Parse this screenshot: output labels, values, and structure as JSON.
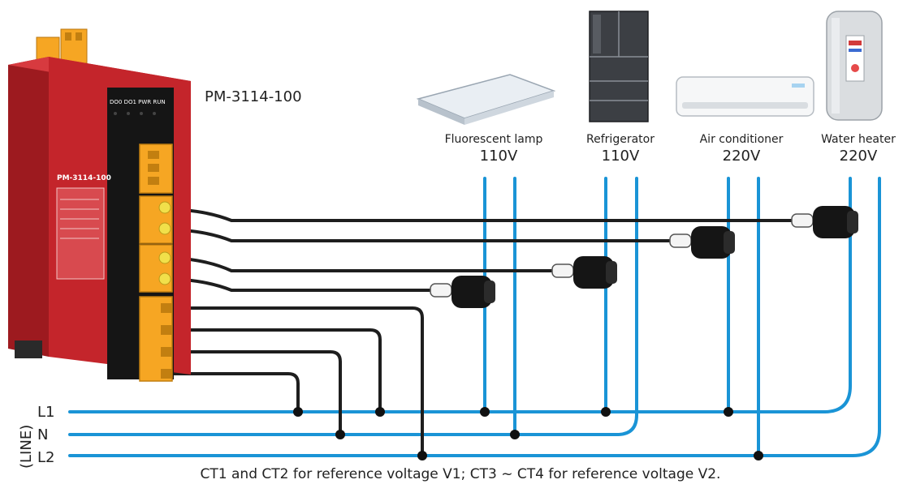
{
  "device": {
    "model": "PM-3114-100",
    "led_labels": "DO0 DO1 PWR RUN",
    "front_label": "PM-3114-100"
  },
  "appliances": [
    {
      "name": "Fluorescent lamp",
      "voltage": "110V"
    },
    {
      "name": "Refrigerator",
      "voltage": "110V"
    },
    {
      "name": "Air conditioner",
      "voltage": "220V"
    },
    {
      "name": "Water heater",
      "voltage": "220V"
    }
  ],
  "lines": {
    "group_label": "(LINE)",
    "l1": "L1",
    "n": "N",
    "l2": "L2"
  },
  "caption": "CT1 and CT2 for reference voltage V1; CT3 ~ CT4 for reference voltage V2.",
  "colors": {
    "wire_blue": "#1a94d6",
    "wire_black": "#1e1e1e",
    "device_red": "#c4252b",
    "terminal_orange": "#f6a623"
  }
}
